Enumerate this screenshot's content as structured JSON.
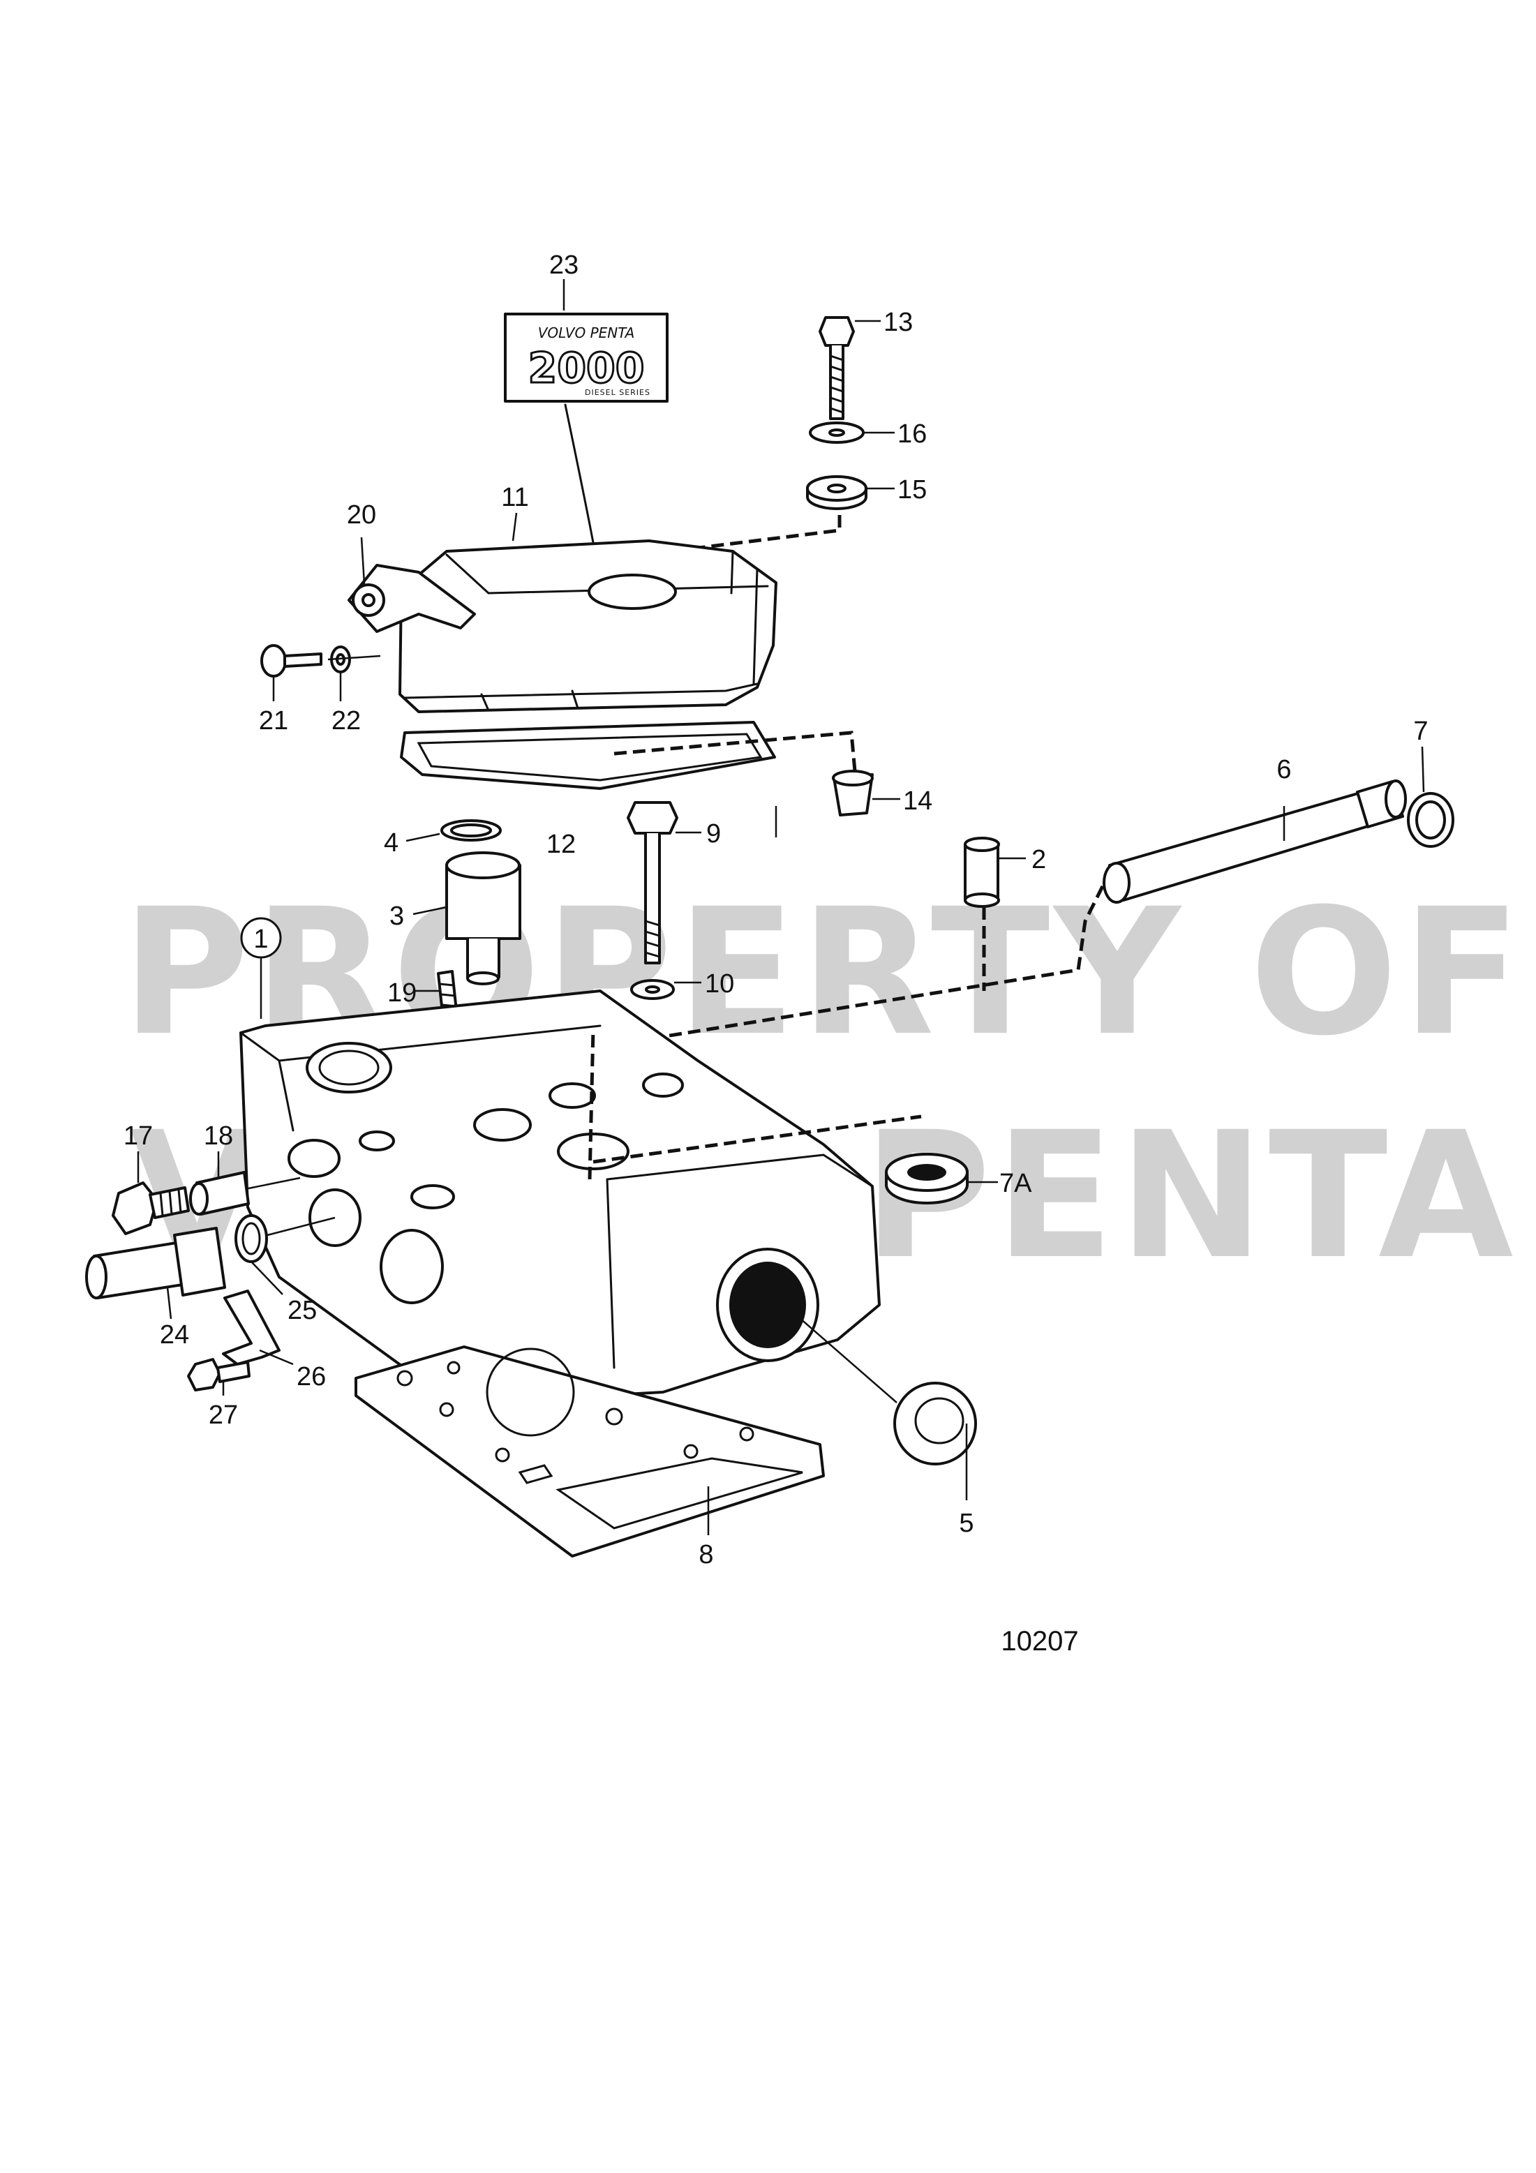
{
  "watermark": {
    "line1": "PROPERTY OF",
    "line2": "VOLVO PENTA"
  },
  "drawing_number": "10207",
  "logo": {
    "brand": "VOLVO PENTA",
    "model": "2000",
    "series": "DIESEL SERIES"
  },
  "callouts": {
    "c1": "1",
    "c2": "2",
    "c3": "3",
    "c4": "4",
    "c5": "5",
    "c6": "6",
    "c7": "7",
    "c7a": "7A",
    "c8": "8",
    "c9": "9",
    "c10": "10",
    "c11": "11",
    "c12": "12",
    "c13": "13",
    "c14": "14",
    "c15": "15",
    "c16": "16",
    "c17": "17",
    "c18": "18",
    "c19": "19",
    "c20": "20",
    "c21": "21",
    "c22": "22",
    "c23": "23",
    "c24": "24",
    "c25": "25",
    "c26": "26",
    "c27": "27"
  }
}
